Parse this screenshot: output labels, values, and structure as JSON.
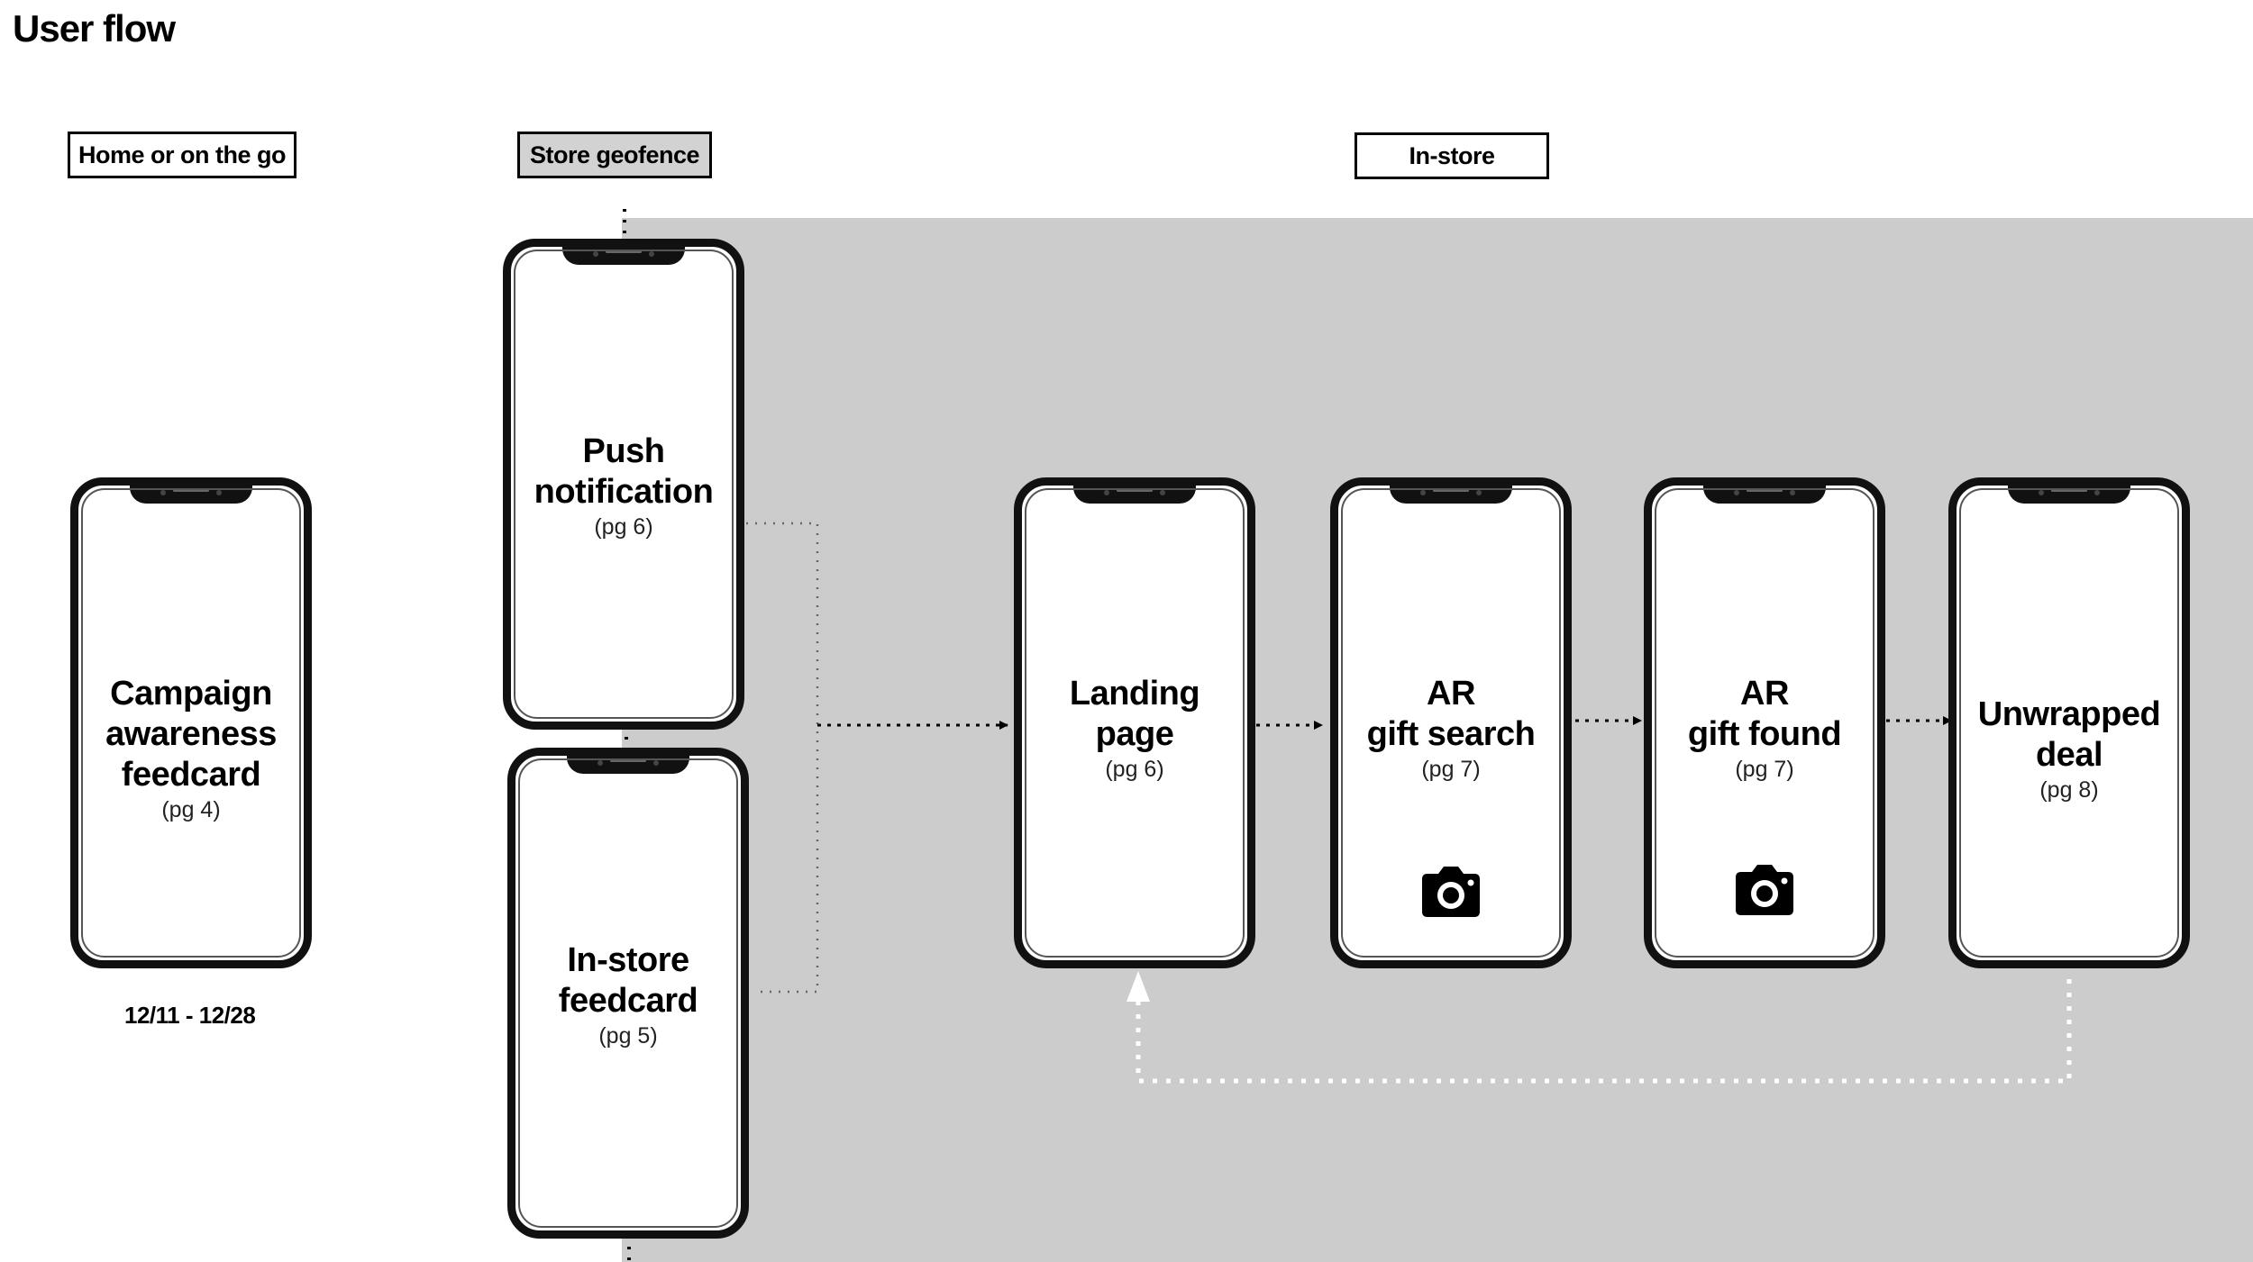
{
  "title": "User flow",
  "stages": {
    "home": "Home or on the go",
    "geofence": "Store geofence",
    "instore": "In-store"
  },
  "phones": {
    "campaign": {
      "title": "Campaign\nawareness\nfeedcard",
      "sub": "(pg 4)"
    },
    "push": {
      "title": "Push\nnotification",
      "sub": "(pg 6)"
    },
    "instore_feedcard": {
      "title": "In-store\nfeedcard",
      "sub": "(pg 5)"
    },
    "landing": {
      "title": "Landing\npage",
      "sub": "(pg 6)"
    },
    "ar_search": {
      "title": "AR\ngift search",
      "sub": "(pg 7)",
      "icon": "camera-icon"
    },
    "ar_found": {
      "title": "AR\ngift found",
      "sub": "(pg 7)",
      "icon": "camera-icon"
    },
    "unwrapped": {
      "title": "Unwrapped\ndeal",
      "sub": "(pg 8)"
    }
  },
  "date_range": "12/11 - 12/28",
  "colors": {
    "in_store_zone": "#cccccc",
    "phone_frame": "#111111",
    "geofence_label": "#d2d2d2"
  }
}
